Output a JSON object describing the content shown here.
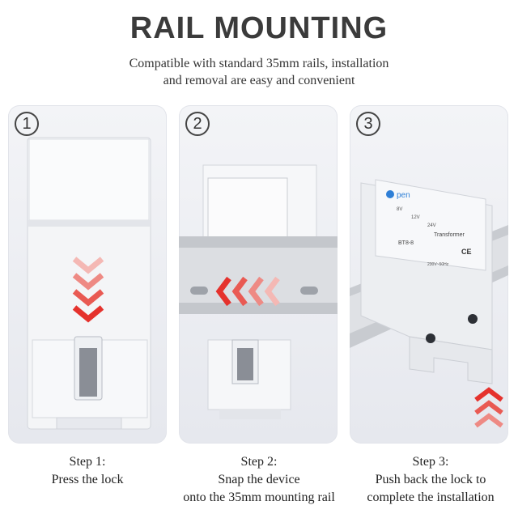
{
  "title": "RAIL MOUNTING",
  "subtitle": {
    "line1": "Compatible with standard 35mm rails, installation",
    "line2": "and removal are easy and convenient"
  },
  "panels": [
    {
      "number": "1",
      "step": "Step 1:",
      "lines": [
        "Press the lock"
      ]
    },
    {
      "number": "2",
      "step": "Step 2:",
      "lines": [
        "Snap the device",
        "onto the 35mm mounting rail"
      ]
    },
    {
      "number": "3",
      "step": "Step 3:",
      "lines": [
        "Push back the lock to",
        "complete the installation"
      ]
    }
  ],
  "device_label": {
    "brand": "pen",
    "voltages": [
      "8V",
      "12V",
      "24V"
    ],
    "model": "BT8-8",
    "type": "Transformer",
    "rating": "230V~50Hz",
    "mark": "CE"
  },
  "colors": {
    "arrow": "#e5322d",
    "title": "#3b3b3b"
  }
}
